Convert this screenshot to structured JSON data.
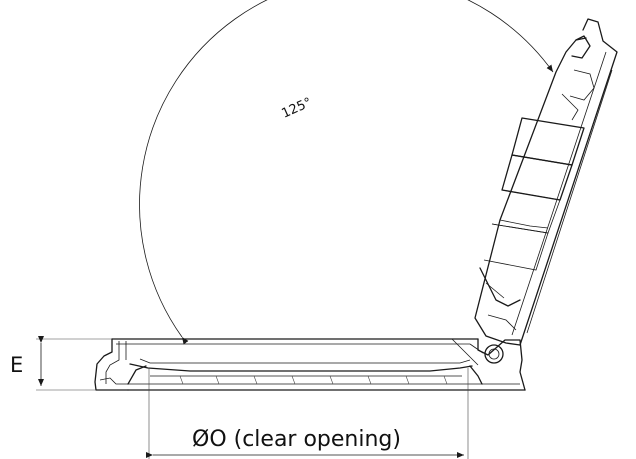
{
  "angle_label": "125°",
  "height_label": "E",
  "opening_label": "ØO (clear opening)"
}
